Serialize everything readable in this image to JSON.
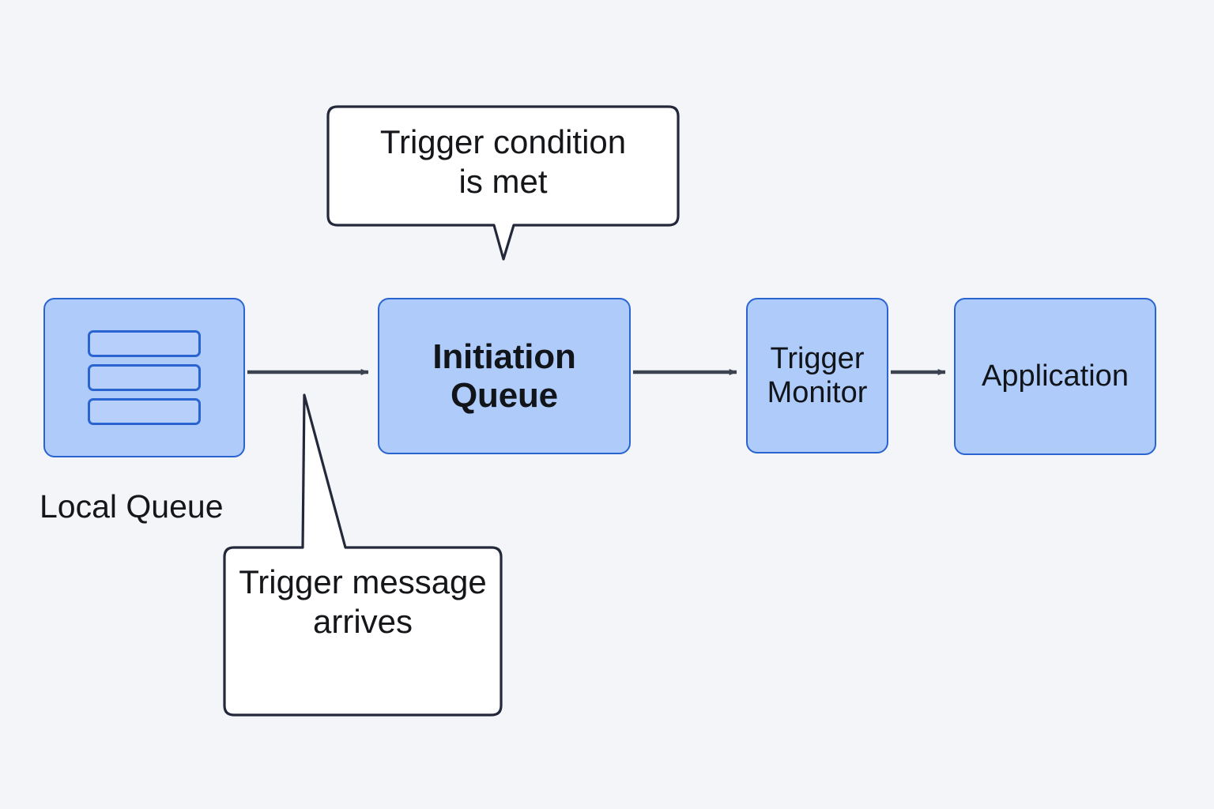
{
  "diagram": {
    "title": "MQ trigger monitor flow",
    "background_color": "#f4f5f9",
    "node_fill_color": "#aecbfa",
    "node_border_color": "#2a64d0",
    "connector_color": "#3b4350",
    "callout_border_color": "#23283a",
    "callout_fill_color": "#ffffff",
    "text_color": "#141619"
  },
  "nodes": [
    {
      "id": "local-queue",
      "label": "Local Queue",
      "label_position": "below",
      "icon": "message-stack-icon",
      "message_bar_count": 3
    },
    {
      "id": "initiation-queue",
      "label": "Initiation\nQueue",
      "line1": "Initiation",
      "line2": "Queue",
      "bold": true
    },
    {
      "id": "trigger-monitor",
      "label": "Trigger\nMonitor",
      "line1": "Trigger",
      "line2": "Monitor",
      "bold": false
    },
    {
      "id": "application",
      "label": "Application",
      "bold": false
    }
  ],
  "connectors": [
    {
      "id": "local-queue-to-initiation-queue",
      "from": "local-queue",
      "to": "initiation-queue",
      "style": "solid-arrow"
    },
    {
      "id": "initiation-queue-to-trigger-monitor",
      "from": "initiation-queue",
      "to": "trigger-monitor",
      "style": "solid-arrow"
    },
    {
      "id": "trigger-monitor-to-application",
      "from": "trigger-monitor",
      "to": "application",
      "style": "solid-arrow"
    }
  ],
  "callouts": [
    {
      "id": "trigger-condition-callout",
      "text": "Trigger condition\nis met",
      "line1": "Trigger condition",
      "line2": "is met",
      "points_to": "initiation-queue",
      "tail_direction": "down"
    },
    {
      "id": "trigger-message-callout",
      "text": "Trigger message\narrives",
      "line1": "Trigger",
      "line2": "message",
      "line3": "arrives",
      "points_to": "local-queue-to-initiation-queue",
      "tail_direction": "up"
    }
  ]
}
